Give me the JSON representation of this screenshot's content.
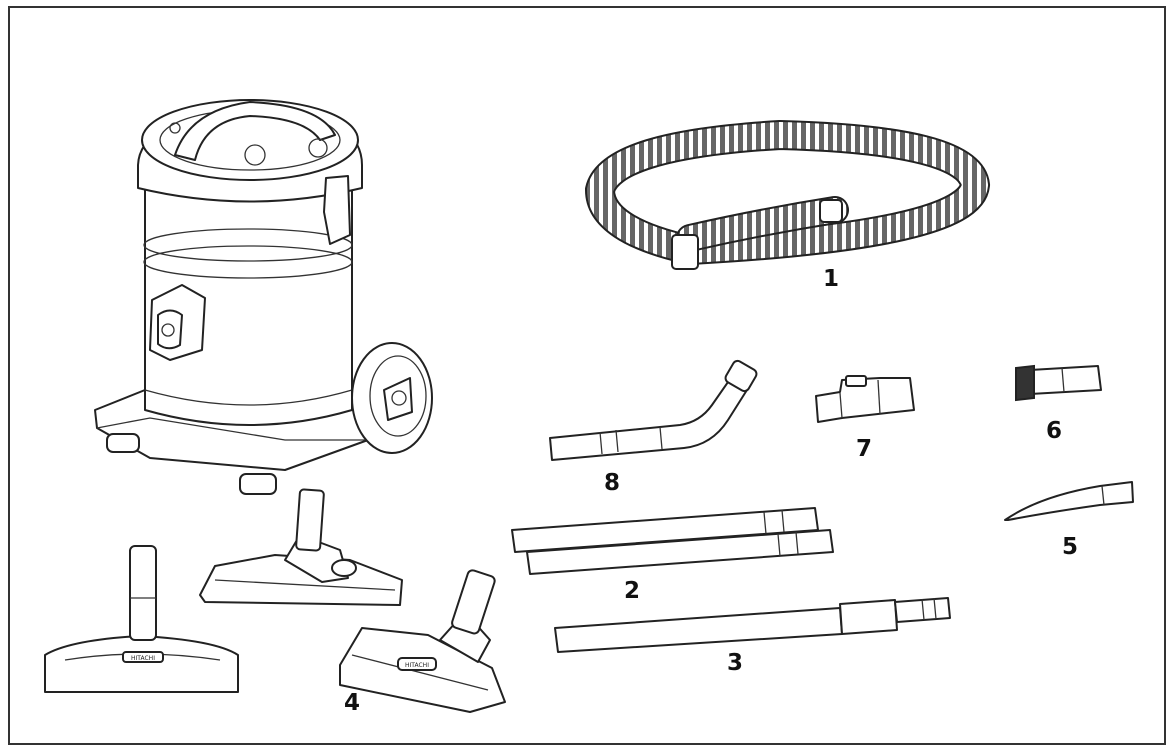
{
  "parts": [
    {
      "id": "hose",
      "label": "1"
    },
    {
      "id": "extension-pipe-pair",
      "label": "2"
    },
    {
      "id": "telescopic-pipe",
      "label": "3"
    },
    {
      "id": "floor-nozzle-combination",
      "label": "4"
    },
    {
      "id": "crevice-tool",
      "label": "5"
    },
    {
      "id": "dusting-brush",
      "label": "6"
    },
    {
      "id": "adapter",
      "label": "7"
    },
    {
      "id": "bent-handle-wand",
      "label": "8"
    }
  ],
  "brand_badge": "HITACHI",
  "colors": {
    "line": "#222222",
    "background": "#ffffff",
    "frame": "#333333"
  }
}
